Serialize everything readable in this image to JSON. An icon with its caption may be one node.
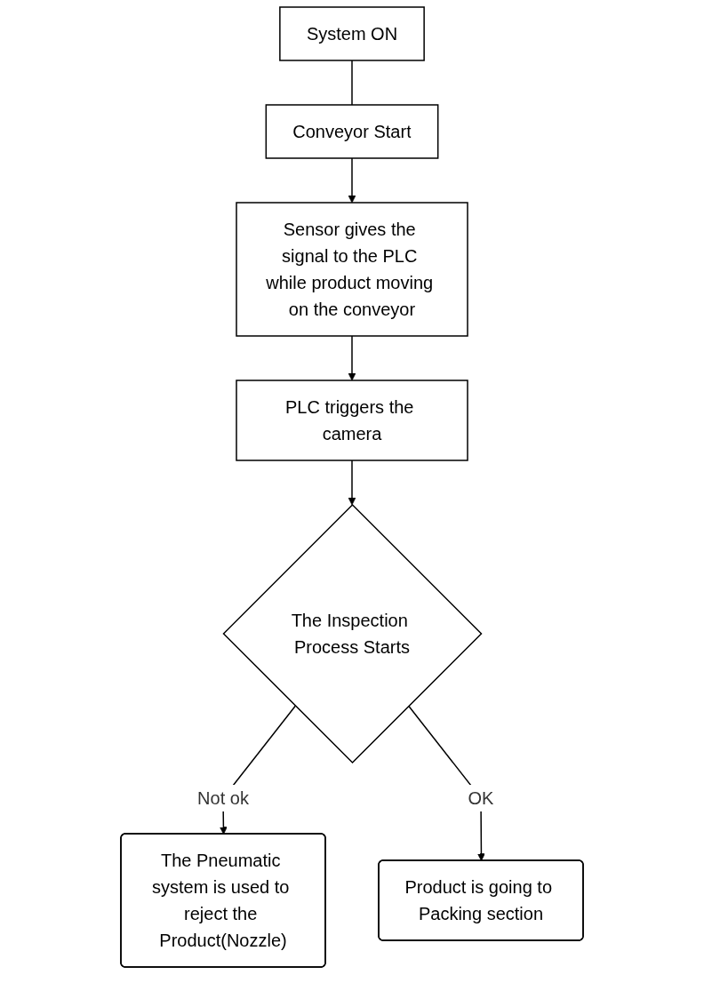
{
  "diagram": {
    "nodes": [
      {
        "text": [
          "System ON"
        ]
      },
      {
        "text": [
          "Conveyor Start"
        ]
      },
      {
        "text": [
          "Sensor gives the signal to the PLC while product moving on the conveyor"
        ]
      },
      {
        "text": [
          "PLC triggers the camera"
        ]
      },
      {
        "text": [
          "The Inspection Process Starts"
        ]
      },
      {
        "text": [
          "The Pneumatic system is used to reject the Product(Nozzle)"
        ]
      },
      {
        "text": [
          "Product is going to Packing section"
        ]
      }
    ],
    "edges": [
      {
        "from": 0,
        "to": 1,
        "arrow": "none"
      },
      {
        "from": 1,
        "to": 2,
        "arrow": "to"
      },
      {
        "from": 2,
        "to": 3,
        "arrow": "to"
      },
      {
        "from": 3,
        "to": 4,
        "arrow": "to"
      },
      {
        "from": 4,
        "to": 5,
        "arrow": "to",
        "label": "Not ok"
      },
      {
        "from": 4,
        "to": 6,
        "arrow": "to",
        "label": "OK"
      }
    ]
  }
}
